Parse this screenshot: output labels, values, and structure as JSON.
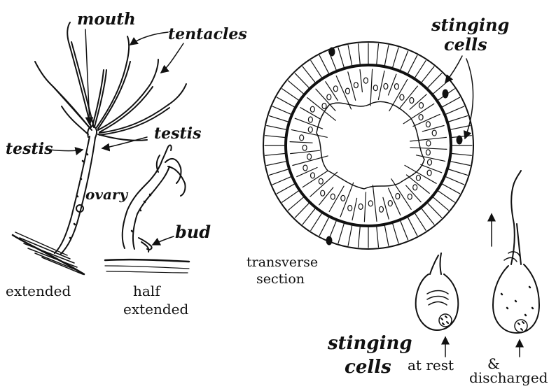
{
  "labels": {
    "mouth": "mouth",
    "tentacles": "tentacles",
    "testis_left": "testis",
    "testis_right": "testis",
    "ovary": "ovary",
    "bud": "bud",
    "extended": "extended",
    "half_extended_1": "half",
    "half_extended_2": "extended",
    "transverse_1": "transverse",
    "transverse_2": "section",
    "stinging_cells_top_1": "stinging",
    "stinging_cells_top_2": "cells",
    "stinging_cells_bottom_1": "stinging",
    "stinging_cells_bottom_2": "cells",
    "at_rest": "at rest",
    "ampersand": "&",
    "discharged": "discharged"
  },
  "colors": {
    "ink": "#111111",
    "paper": "#ffffff"
  }
}
